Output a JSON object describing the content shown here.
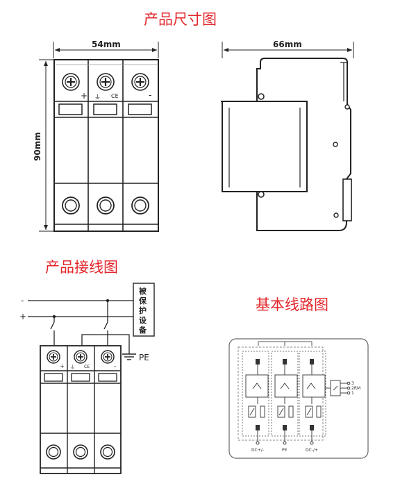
{
  "titles": {
    "dimensions": "产品尺寸图",
    "wiring": "产品接线图",
    "circuit": "基本线路图"
  },
  "dimensions": {
    "width_front": "54mm",
    "height_front": "90mm",
    "depth_side": "66mm"
  },
  "front_marks": {
    "plus": "+",
    "ground": "⏚",
    "ce": "CE",
    "minus": "-"
  },
  "wiring": {
    "minus_line": "-",
    "plus_line": "+",
    "protected_device": [
      "被",
      "保",
      "护",
      "设",
      "备"
    ],
    "pe_label": "PE"
  },
  "circuit": {
    "terminal_labels": [
      "DC+/-",
      "PE",
      "DC-/+"
    ],
    "remote_labels": [
      "3",
      "2RM",
      "1"
    ]
  },
  "colors": {
    "title": "#e3262b",
    "line": "#222222",
    "dashed": "#666666"
  }
}
